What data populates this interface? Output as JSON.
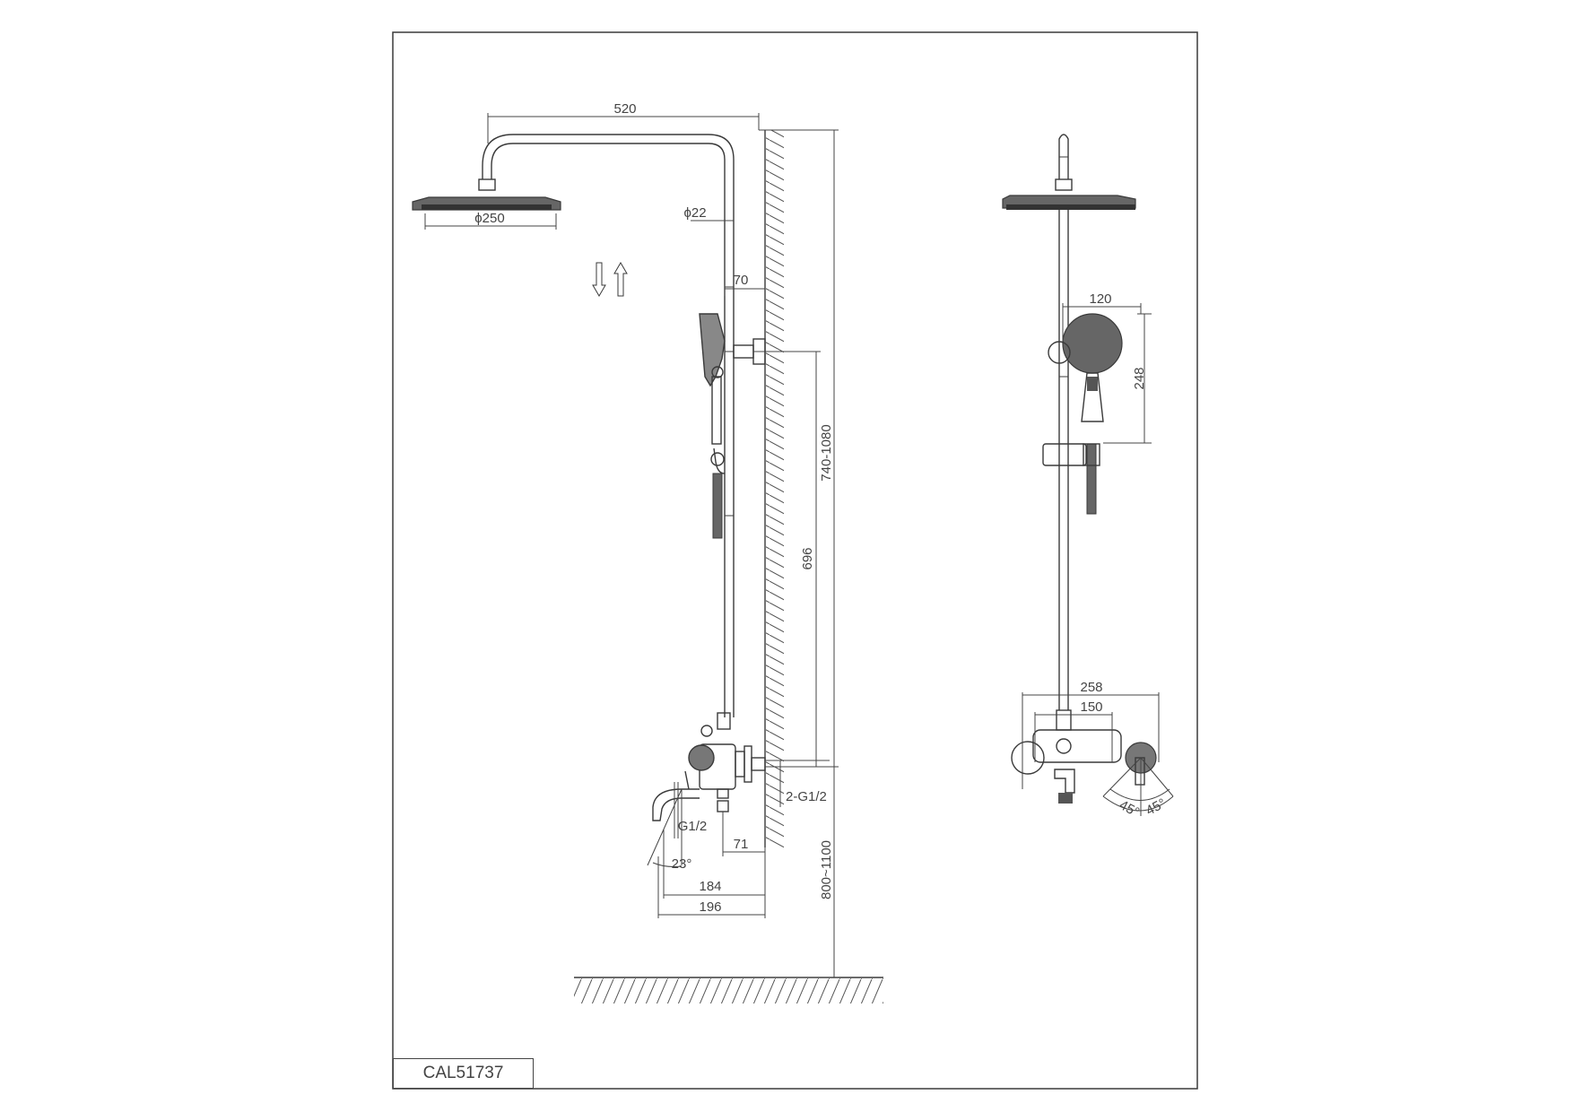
{
  "product_code": "CAL51737",
  "dimensions": {
    "arm_length": "520",
    "head_diameter": "ϕ250",
    "pipe_diameter": "ϕ22",
    "bracket_offset": "70",
    "height_range_top": "740-1080",
    "lower_height": "696",
    "inlet_thread": "2-G1/2",
    "spout_thread": "G1/2",
    "spout_offset": "71",
    "spout_angle": "23°",
    "depth_1": "184",
    "depth_2": "196",
    "height_range_bottom": "800~1100",
    "handshower_width": "120",
    "handshower_height": "248",
    "mixer_width": "258",
    "mixer_centres": "150",
    "handle_angle_left": "45°",
    "handle_angle_right": "45°"
  },
  "symbols": {
    "adjust_arrows": "up-down-arrows-icon"
  }
}
